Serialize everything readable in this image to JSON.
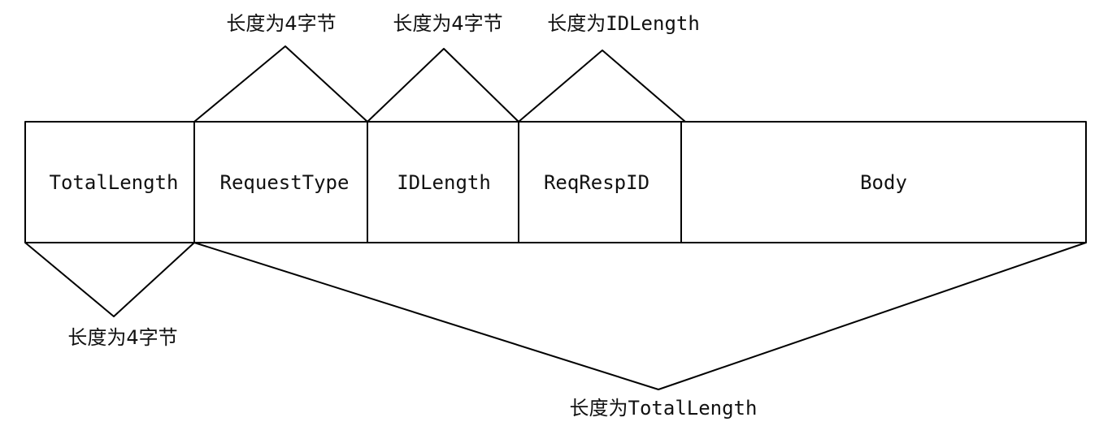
{
  "fields": [
    {
      "id": "total-length",
      "label": "TotalLength"
    },
    {
      "id": "request-type",
      "label": "RequestType"
    },
    {
      "id": "id-length",
      "label": "IDLength"
    },
    {
      "id": "req-resp-id",
      "label": "ReqRespID"
    },
    {
      "id": "body",
      "label": "Body"
    }
  ],
  "annotations": {
    "request_type": {
      "prefix": "长度为",
      "value": "4",
      "suffix": "字节"
    },
    "id_length": {
      "prefix": "长度为",
      "value": "4",
      "suffix": "字节"
    },
    "req_resp_id": {
      "prefix": "长度为",
      "value": "IDLength",
      "suffix": ""
    },
    "total_length": {
      "prefix": "长度为",
      "value": "4",
      "suffix": "字节"
    },
    "payload": {
      "prefix": "长度为",
      "value": "TotalLength",
      "suffix": ""
    }
  }
}
